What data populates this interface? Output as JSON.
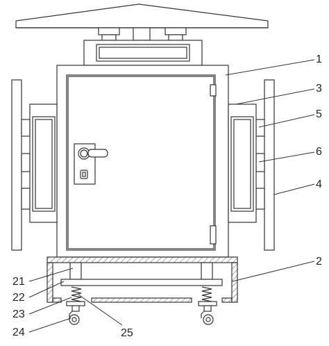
{
  "labels": [
    {
      "id": "1",
      "text": "1"
    },
    {
      "id": "3",
      "text": "3"
    },
    {
      "id": "5",
      "text": "5"
    },
    {
      "id": "6",
      "text": "6"
    },
    {
      "id": "4",
      "text": "4"
    },
    {
      "id": "2",
      "text": "2"
    },
    {
      "id": "21",
      "text": "21"
    },
    {
      "id": "22",
      "text": "22"
    },
    {
      "id": "23",
      "text": "23"
    },
    {
      "id": "24",
      "text": "24"
    },
    {
      "id": "25",
      "text": "25"
    }
  ],
  "colors": {
    "stroke": "#333333",
    "fill": "#ffffff",
    "hatch": "#555555"
  }
}
